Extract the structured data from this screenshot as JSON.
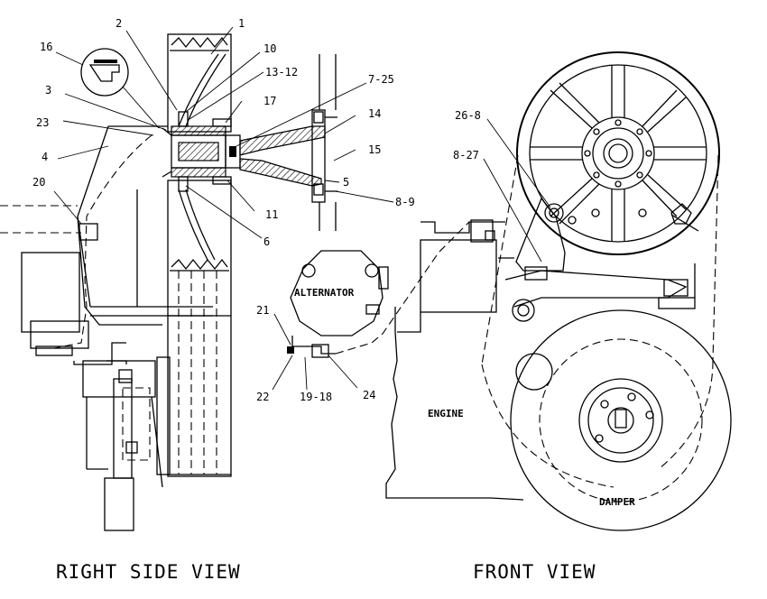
{
  "views": {
    "right_side": "RIGHT SIDE VIEW",
    "front": "FRONT VIEW"
  },
  "components": {
    "alternator": "ALTERNATOR",
    "engine": "ENGINE",
    "damper": "DAMPER"
  },
  "callouts": {
    "c1": "1",
    "c2": "2",
    "c10": "10",
    "c13_12": "13-12",
    "c17": "17",
    "c7_25": "7-25",
    "c14": "14",
    "c15": "15",
    "c16": "16",
    "c3": "3",
    "c23": "23",
    "c4": "4",
    "c20": "20",
    "c5": "5",
    "c8_9": "8-9",
    "c11": "11",
    "c6": "6",
    "c21": "21",
    "c22": "22",
    "c19_18": "19-18",
    "c24": "24",
    "c26_8": "26-8",
    "c8_27": "8-27"
  }
}
